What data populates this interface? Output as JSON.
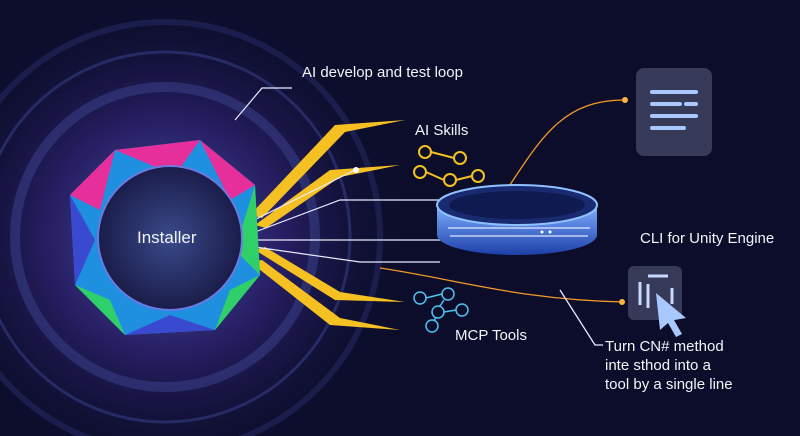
{
  "center_label": "Installer",
  "labels": {
    "loop": "AI develop and test loop",
    "skills": "AI Skills",
    "cli": "CLI for Unity Engine",
    "mcp": "MCP Tools",
    "turn_lines": [
      "Turn CN# method",
      "inte sthod into a",
      "tool by a single line"
    ]
  },
  "colors": {
    "background": "#0b0d2a",
    "accent_yellow": "#f5c021",
    "accent_orange": "#f59a2a",
    "disk_blue": "#3d7bf0"
  }
}
